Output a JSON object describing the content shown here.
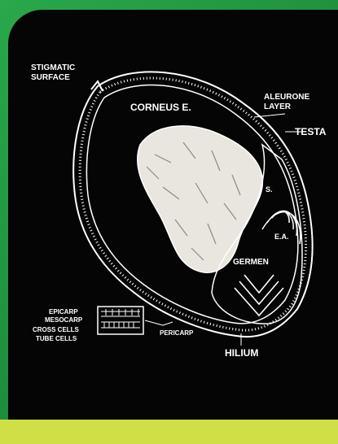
{
  "labels": {
    "stigmatic_1": "STIGMATIC",
    "stigmatic_2": "SURFACE",
    "aleurone_1": "ALEURONE",
    "aleurone_2": "LAYER",
    "testa": "TESTA",
    "corneus": "CORNEUS E.",
    "s": "S.",
    "ea": "E.A.",
    "germen": "GERMEN",
    "epicarp": "EPICARP",
    "mesocarp": "MESOCARP",
    "cross_cells": "CROSS CELLS",
    "tube_cells": "TUBE CELLS",
    "pericarp": "PERICARP",
    "hilium": "HILIUM"
  },
  "colors": {
    "frame_green": "#2aa84a",
    "bottom_bar": "#cfe046",
    "background": "#050505",
    "line": "#ffffff"
  }
}
